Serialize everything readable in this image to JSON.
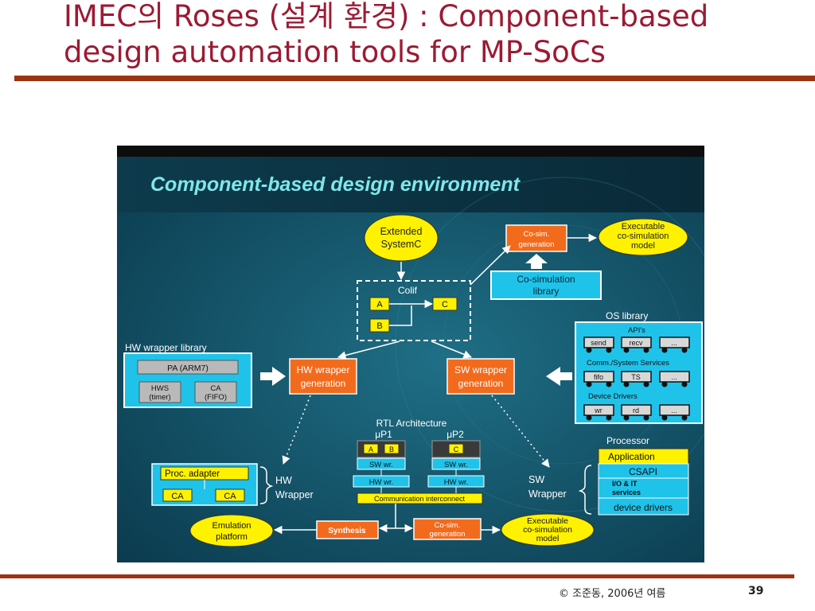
{
  "slide": {
    "title": "IMEC의 Roses (설계 환경) : Component-based design automation tools for MP-SoCs",
    "footer": "© 조준동,  2006년 여름",
    "page": "39"
  },
  "diagram": {
    "heading": "Component-based design environment",
    "extended_systemc": [
      "Extended",
      "SystemC"
    ],
    "colif": "Colif",
    "colif_a": "A",
    "colif_b": "B",
    "colif_c": "C",
    "cosim_generation_top": [
      "Co-sim.",
      "generation"
    ],
    "executable_top": [
      "Executable",
      "co-simulation",
      "model"
    ],
    "cosim_library": [
      "Co-simulation",
      "library"
    ],
    "hw_wrapper_library": "HW wrapper library",
    "pa_arm7": "PA (ARM7)",
    "hws": [
      "HWS",
      "(timer)"
    ],
    "ca_fifo": [
      "CA",
      "(FIFO)"
    ],
    "hw_wrapper_generation": [
      "HW wrapper",
      "generation"
    ],
    "sw_wrapper_generation": [
      "SW wrapper",
      "generation"
    ],
    "os_library": "OS library",
    "apis": "API's",
    "api_items": [
      "send",
      "recv",
      "..."
    ],
    "comm_services": "Comm./System Services",
    "comm_items": [
      "fifo",
      "TS",
      "..."
    ],
    "device_drivers_label": "Device Drivers",
    "driver_items": [
      "wr",
      "rd",
      "..."
    ],
    "rtl_architecture": "RTL Architecture",
    "up1": "μP1",
    "up2": "μP2",
    "up1_a": "A",
    "up1_b": "B",
    "up2_c": "C",
    "sw_wr": "SW wr.",
    "hw_wr": "HW wr.",
    "comm_interconnect": "Communication interconnect",
    "processor": "Processor",
    "application": "Application",
    "csapi": "CSAPI",
    "io_it": [
      "I/O  & IT",
      "services"
    ],
    "device_drivers": "device drivers",
    "proc_adapter": "Proc. adapter",
    "ca": "CA",
    "hw_wrapper": [
      "HW",
      "Wrapper"
    ],
    "sw_wrapper": [
      "SW",
      "Wrapper"
    ],
    "emulation_platform": [
      "Emulation",
      "platform"
    ],
    "synthesis": "Synthesis",
    "cosim_generation_bottom": [
      "Co-sim.",
      "generation"
    ],
    "executable_bottom": [
      "Executable",
      "co-simulation",
      "model"
    ]
  }
}
